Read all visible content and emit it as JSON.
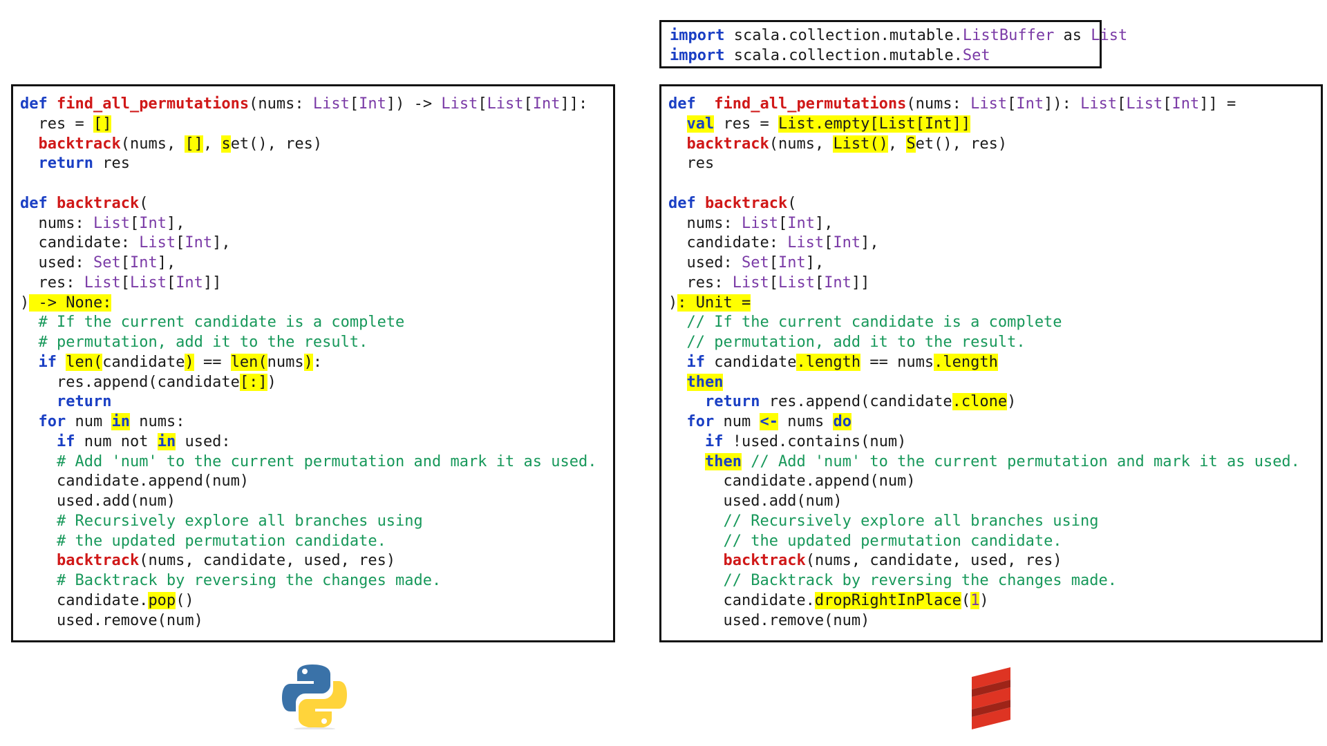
{
  "import_box": {
    "lines": [
      [
        {
          "t": "import",
          "c": "kw"
        },
        {
          "t": " scala.collection.mutable."
        },
        {
          "t": "ListBuffer",
          "c": "ty"
        },
        {
          "t": " as "
        },
        {
          "t": "List",
          "c": "ty"
        }
      ],
      [
        {
          "t": "import",
          "c": "kw"
        },
        {
          "t": " scala.collection.mutable."
        },
        {
          "t": "Set",
          "c": "ty"
        }
      ]
    ]
  },
  "python_box": {
    "lines": [
      [
        {
          "t": "def ",
          "c": "kw"
        },
        {
          "t": "find_all_permutations",
          "c": "fn"
        },
        {
          "t": "(nums: "
        },
        {
          "t": "List",
          "c": "ty"
        },
        {
          "t": "["
        },
        {
          "t": "Int",
          "c": "ty"
        },
        {
          "t": "]) -> "
        },
        {
          "t": "List",
          "c": "ty"
        },
        {
          "t": "["
        },
        {
          "t": "List",
          "c": "ty"
        },
        {
          "t": "["
        },
        {
          "t": "Int",
          "c": "ty"
        },
        {
          "t": "]]:"
        }
      ],
      [
        {
          "t": "  res = "
        },
        {
          "t": "[]",
          "h": true
        }
      ],
      [
        {
          "t": "  "
        },
        {
          "t": "backtrack",
          "c": "fn"
        },
        {
          "t": "(nums, "
        },
        {
          "t": "[]",
          "h": true
        },
        {
          "t": ", "
        },
        {
          "t": "s",
          "h": true
        },
        {
          "t": "et(), res)"
        }
      ],
      [
        {
          "t": "  "
        },
        {
          "t": "return",
          "c": "kw"
        },
        {
          "t": " res"
        }
      ],
      [],
      [
        {
          "t": "def ",
          "c": "kw"
        },
        {
          "t": "backtrack",
          "c": "fn"
        },
        {
          "t": "("
        }
      ],
      [
        {
          "t": "  nums: "
        },
        {
          "t": "List",
          "c": "ty"
        },
        {
          "t": "["
        },
        {
          "t": "Int",
          "c": "ty"
        },
        {
          "t": "],"
        }
      ],
      [
        {
          "t": "  candidate: "
        },
        {
          "t": "List",
          "c": "ty"
        },
        {
          "t": "["
        },
        {
          "t": "Int",
          "c": "ty"
        },
        {
          "t": "],"
        }
      ],
      [
        {
          "t": "  used: "
        },
        {
          "t": "Set",
          "c": "ty"
        },
        {
          "t": "["
        },
        {
          "t": "Int",
          "c": "ty"
        },
        {
          "t": "],"
        }
      ],
      [
        {
          "t": "  res: "
        },
        {
          "t": "List",
          "c": "ty"
        },
        {
          "t": "["
        },
        {
          "t": "List",
          "c": "ty"
        },
        {
          "t": "["
        },
        {
          "t": "Int",
          "c": "ty"
        },
        {
          "t": "]]"
        }
      ],
      [
        {
          "t": ")"
        },
        {
          "t": " -> None:",
          "h": true
        }
      ],
      [
        {
          "t": "  "
        },
        {
          "t": "# If the current candidate is a complete",
          "c": "cm"
        }
      ],
      [
        {
          "t": "  "
        },
        {
          "t": "# permutation, add it to the result.",
          "c": "cm"
        }
      ],
      [
        {
          "t": "  "
        },
        {
          "t": "if",
          "c": "kw"
        },
        {
          "t": " "
        },
        {
          "t": "len(",
          "h": true
        },
        {
          "t": "candidate"
        },
        {
          "t": ")",
          "h": true
        },
        {
          "t": " == "
        },
        {
          "t": "len(",
          "h": true
        },
        {
          "t": "nums"
        },
        {
          "t": ")",
          "h": true
        },
        {
          "t": ":"
        }
      ],
      [
        {
          "t": "    res.append(candidate"
        },
        {
          "t": "[:]",
          "h": true
        },
        {
          "t": ")"
        }
      ],
      [
        {
          "t": "    "
        },
        {
          "t": "return",
          "c": "kw"
        }
      ],
      [
        {
          "t": "  "
        },
        {
          "t": "for",
          "c": "kw"
        },
        {
          "t": " num "
        },
        {
          "t": "in",
          "c": "kw",
          "h": true
        },
        {
          "t": " nums:"
        }
      ],
      [
        {
          "t": "    "
        },
        {
          "t": "if",
          "c": "kw"
        },
        {
          "t": " num not "
        },
        {
          "t": "in",
          "c": "kw",
          "h": true
        },
        {
          "t": " used:"
        }
      ],
      [
        {
          "t": "    "
        },
        {
          "t": "# Add 'num' to the current permutation and mark it as used.",
          "c": "cm"
        }
      ],
      [
        {
          "t": "    candidate.append(num)"
        }
      ],
      [
        {
          "t": "    used.add(num)"
        }
      ],
      [
        {
          "t": "    "
        },
        {
          "t": "# Recursively explore all branches using",
          "c": "cm"
        }
      ],
      [
        {
          "t": "    "
        },
        {
          "t": "# the updated permutation candidate.",
          "c": "cm"
        }
      ],
      [
        {
          "t": "    "
        },
        {
          "t": "backtrack",
          "c": "fn"
        },
        {
          "t": "(nums, candidate, used, res)"
        }
      ],
      [
        {
          "t": "    "
        },
        {
          "t": "# Backtrack by reversing the changes made.",
          "c": "cm"
        }
      ],
      [
        {
          "t": "    candidate."
        },
        {
          "t": "pop",
          "h": true
        },
        {
          "t": "()"
        }
      ],
      [
        {
          "t": "    used.remove(num)"
        }
      ]
    ]
  },
  "scala_box": {
    "lines": [
      [
        {
          "t": "def  ",
          "c": "kw"
        },
        {
          "t": "find_all_permutations",
          "c": "fn"
        },
        {
          "t": "(nums: "
        },
        {
          "t": "List",
          "c": "ty"
        },
        {
          "t": "["
        },
        {
          "t": "Int",
          "c": "ty"
        },
        {
          "t": "]): "
        },
        {
          "t": "List",
          "c": "ty"
        },
        {
          "t": "["
        },
        {
          "t": "List",
          "c": "ty"
        },
        {
          "t": "["
        },
        {
          "t": "Int",
          "c": "ty"
        },
        {
          "t": "]] ="
        }
      ],
      [
        {
          "t": "  "
        },
        {
          "t": "val",
          "c": "kw",
          "h": true
        },
        {
          "t": " res = "
        },
        {
          "t": "List.empty[List[Int]]",
          "h": true
        }
      ],
      [
        {
          "t": "  "
        },
        {
          "t": "backtrack",
          "c": "fn"
        },
        {
          "t": "(nums, "
        },
        {
          "t": "List()",
          "h": true
        },
        {
          "t": ", "
        },
        {
          "t": "S",
          "h": true
        },
        {
          "t": "et(), res)"
        }
      ],
      [
        {
          "t": "  res"
        }
      ],
      [],
      [
        {
          "t": "def ",
          "c": "kw"
        },
        {
          "t": "backtrack",
          "c": "fn"
        },
        {
          "t": "("
        }
      ],
      [
        {
          "t": "  nums: "
        },
        {
          "t": "List",
          "c": "ty"
        },
        {
          "t": "["
        },
        {
          "t": "Int",
          "c": "ty"
        },
        {
          "t": "],"
        }
      ],
      [
        {
          "t": "  candidate: "
        },
        {
          "t": "List",
          "c": "ty"
        },
        {
          "t": "["
        },
        {
          "t": "Int",
          "c": "ty"
        },
        {
          "t": "],"
        }
      ],
      [
        {
          "t": "  used: "
        },
        {
          "t": "Set",
          "c": "ty"
        },
        {
          "t": "["
        },
        {
          "t": "Int",
          "c": "ty"
        },
        {
          "t": "],"
        }
      ],
      [
        {
          "t": "  res: "
        },
        {
          "t": "List",
          "c": "ty"
        },
        {
          "t": "["
        },
        {
          "t": "List",
          "c": "ty"
        },
        {
          "t": "["
        },
        {
          "t": "Int",
          "c": "ty"
        },
        {
          "t": "]]"
        }
      ],
      [
        {
          "t": ")"
        },
        {
          "t": ": Unit =",
          "h": true
        }
      ],
      [
        {
          "t": "  "
        },
        {
          "t": "// If the current candidate is a complete",
          "c": "cm"
        }
      ],
      [
        {
          "t": "  "
        },
        {
          "t": "// permutation, add it to the result.",
          "c": "cm"
        }
      ],
      [
        {
          "t": "  "
        },
        {
          "t": "if",
          "c": "kw"
        },
        {
          "t": " candidate"
        },
        {
          "t": ".length",
          "h": true
        },
        {
          "t": " == nums"
        },
        {
          "t": ".length",
          "h": true
        }
      ],
      [
        {
          "t": "  "
        },
        {
          "t": "then",
          "c": "kw",
          "h": true
        }
      ],
      [
        {
          "t": "    "
        },
        {
          "t": "return",
          "c": "kw"
        },
        {
          "t": " res.append(candidate"
        },
        {
          "t": ".clone",
          "h": true
        },
        {
          "t": ")"
        }
      ],
      [
        {
          "t": "  "
        },
        {
          "t": "for",
          "c": "kw"
        },
        {
          "t": " num "
        },
        {
          "t": "<-",
          "c": "kw",
          "h": true
        },
        {
          "t": " nums "
        },
        {
          "t": "do",
          "c": "kw",
          "h": true
        }
      ],
      [
        {
          "t": "    "
        },
        {
          "t": "if",
          "c": "kw"
        },
        {
          "t": " !used.contains(num)"
        }
      ],
      [
        {
          "t": "    "
        },
        {
          "t": "then",
          "c": "kw",
          "h": true
        },
        {
          "t": " "
        },
        {
          "t": "// Add 'num' to the current permutation and mark it as used.",
          "c": "cm"
        }
      ],
      [
        {
          "t": "      candidate.append(num)"
        }
      ],
      [
        {
          "t": "      used.add(num)"
        }
      ],
      [
        {
          "t": "      "
        },
        {
          "t": "// Recursively explore all branches using",
          "c": "cm"
        }
      ],
      [
        {
          "t": "      "
        },
        {
          "t": "// the updated permutation candidate.",
          "c": "cm"
        }
      ],
      [
        {
          "t": "      "
        },
        {
          "t": "backtrack",
          "c": "fn"
        },
        {
          "t": "(nums, candidate, used, res)"
        }
      ],
      [
        {
          "t": "      "
        },
        {
          "t": "// Backtrack by reversing the changes made.",
          "c": "cm"
        }
      ],
      [
        {
          "t": "      candidate."
        },
        {
          "t": "dropRightInPlace",
          "h": true
        },
        {
          "t": "("
        },
        {
          "t": "1",
          "c": "num",
          "h": true
        },
        {
          "t": ")"
        }
      ],
      [
        {
          "t": "      used.remove(num)"
        }
      ]
    ]
  },
  "logos": {
    "python": "python-logo",
    "scala": "scala-logo"
  },
  "colors": {
    "keyword": "#1a3fc4",
    "function": "#d01818",
    "type": "#7a3aa6",
    "comment": "#17985a",
    "highlight": "#ffff00"
  }
}
